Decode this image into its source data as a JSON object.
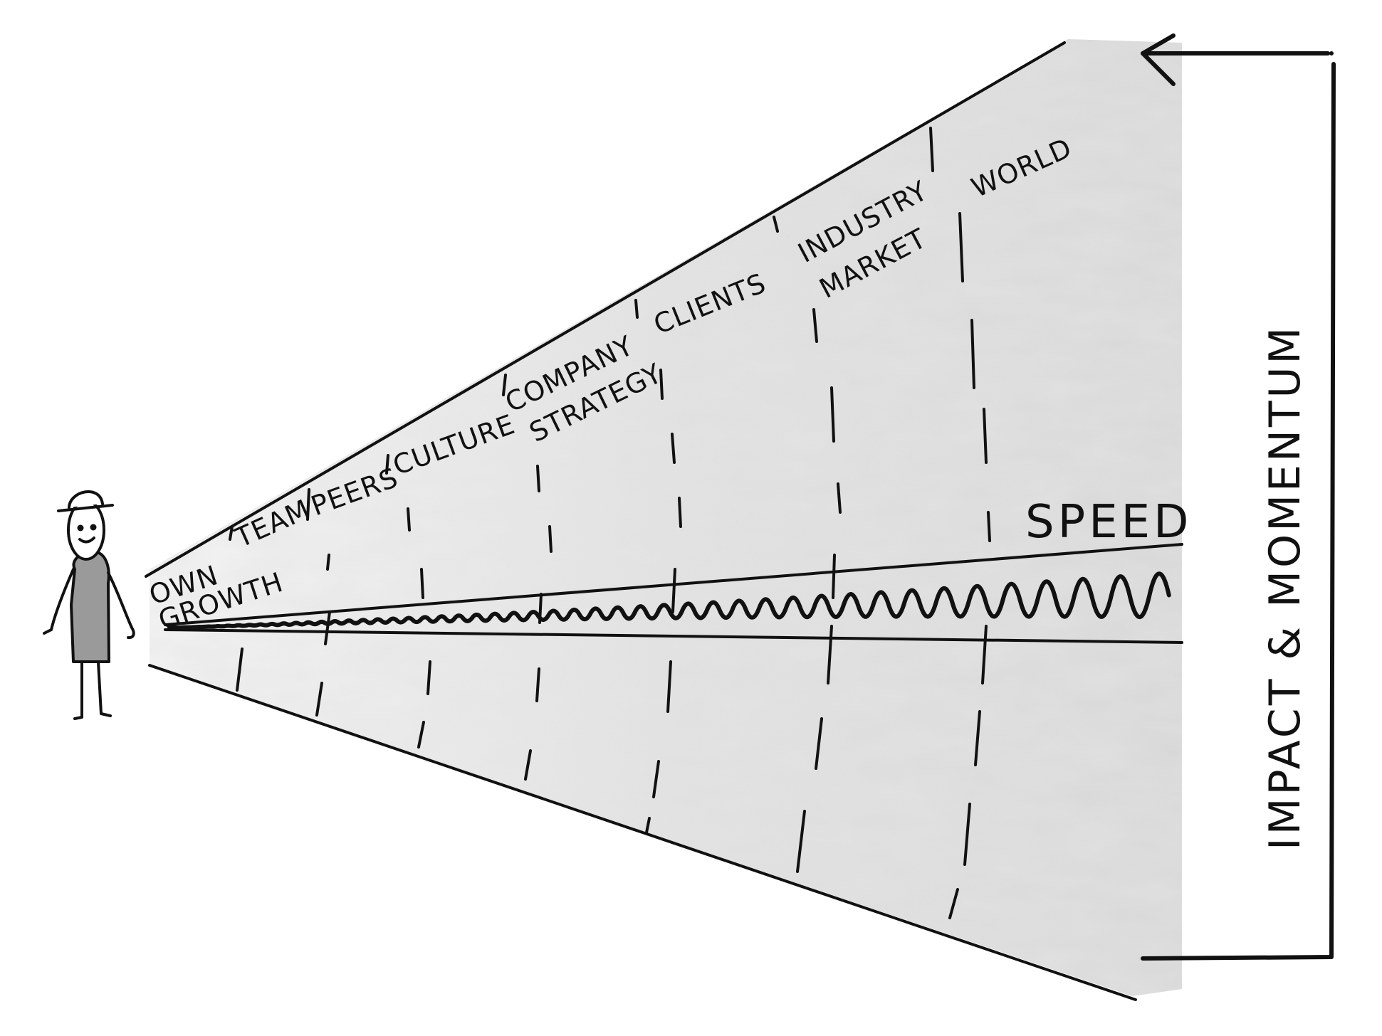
{
  "diagram": {
    "stages": [
      {
        "key": "own-growth",
        "lines": [
          "OWN",
          "GROWTH"
        ]
      },
      {
        "key": "team",
        "lines": [
          "TEAM"
        ]
      },
      {
        "key": "peers",
        "lines": [
          "PEERS"
        ]
      },
      {
        "key": "culture",
        "lines": [
          "CULTURE"
        ]
      },
      {
        "key": "company-strategy",
        "lines": [
          "COMPANY",
          "STRATEGY"
        ]
      },
      {
        "key": "clients",
        "lines": [
          "CLIENTS"
        ]
      },
      {
        "key": "industry-market",
        "lines": [
          "INDUSTRY",
          "MARKET"
        ]
      },
      {
        "key": "world",
        "lines": [
          "WORLD"
        ]
      }
    ],
    "speed_label": "SPEED",
    "impact_label": "IMPACT & MOMENTUM",
    "colors": {
      "ink": "#111111",
      "shade": "#c9c9c9",
      "figure_body": "#9a9a9a",
      "background": "#ffffff"
    }
  }
}
